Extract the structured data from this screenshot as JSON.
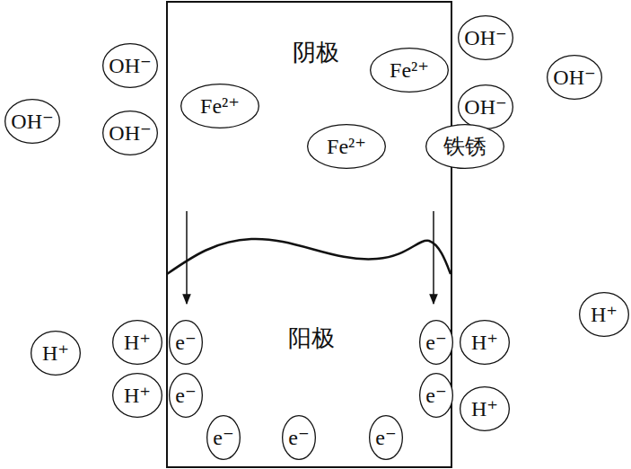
{
  "diagram": {
    "nodes": [
      {
        "text": [
          "阴极",
          "阳极"
        ]
      },
      {
        "text": [
          "OH⁻"
        ]
      },
      {
        "text": [
          "OH⁻"
        ]
      },
      {
        "text": [
          "Fe²⁺"
        ],
        "in": 0
      },
      {
        "text": [
          "OH⁻"
        ]
      },
      {
        "text": [
          "OH⁻"
        ]
      },
      {
        "text": [
          "OH⁻"
        ]
      },
      {
        "text": [
          "Fe²⁺"
        ],
        "in": 0
      },
      {
        "text": [
          "OH⁻"
        ]
      },
      {
        "text": [
          "Fe²⁺"
        ],
        "in": 0
      },
      {
        "text": [
          "铁锈"
        ]
      },
      {
        "text": [
          "H⁺"
        ]
      },
      {
        "text": [
          "e⁻"
        ],
        "in": 0
      },
      {
        "text": [
          "H⁺"
        ]
      },
      {
        "text": [
          "H⁺"
        ]
      },
      {
        "text": [
          "e⁻"
        ],
        "in": 0
      },
      {
        "text": [
          "H⁺"
        ]
      },
      {
        "text": [
          "H⁺"
        ]
      },
      {
        "text": [
          "e⁻"
        ],
        "in": 0
      },
      {
        "text": [
          "e⁻"
        ],
        "in": 0
      },
      {
        "text": [
          "H⁺"
        ]
      },
      {
        "text": [
          "e⁻"
        ],
        "in": 0
      },
      {
        "text": [
          "e⁻"
        ],
        "in": 0
      },
      {
        "text": [
          "e⁻"
        ],
        "in": 0
      }
    ]
  }
}
